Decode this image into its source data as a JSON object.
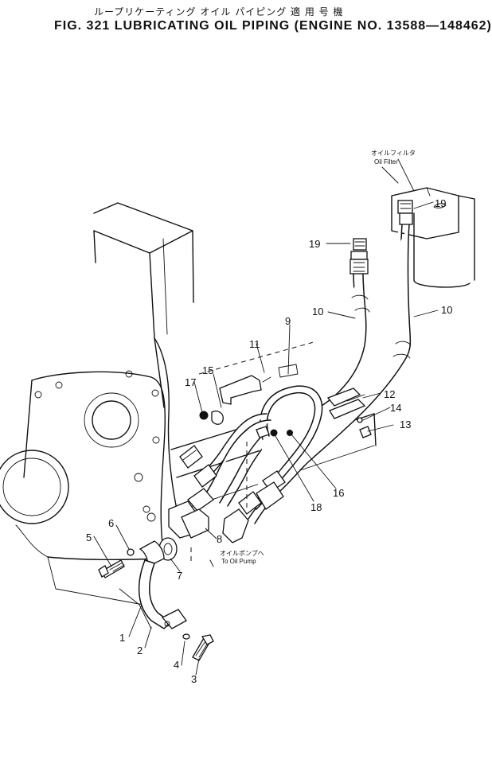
{
  "title": {
    "japanese": "ループリケーティング オイル パイピング 適 用 号 機",
    "english": "FIG. 321  LUBRICATING  OIL  PIPING  (ENGINE NO. 13588—148462)"
  },
  "annotations": {
    "oil_filter_jp": "オイルフィルタ",
    "oil_filter_en": "Oil Filter",
    "oil_pump_jp": "オイルポンプへ",
    "oil_pump_en": "To Oil Pump"
  },
  "callouts": [
    "1",
    "2",
    "3",
    "4",
    "5",
    "6",
    "7",
    "8",
    "9",
    "10",
    "10",
    "11",
    "12",
    "13",
    "14",
    "15",
    "16",
    "17",
    "18",
    "19",
    "19"
  ]
}
